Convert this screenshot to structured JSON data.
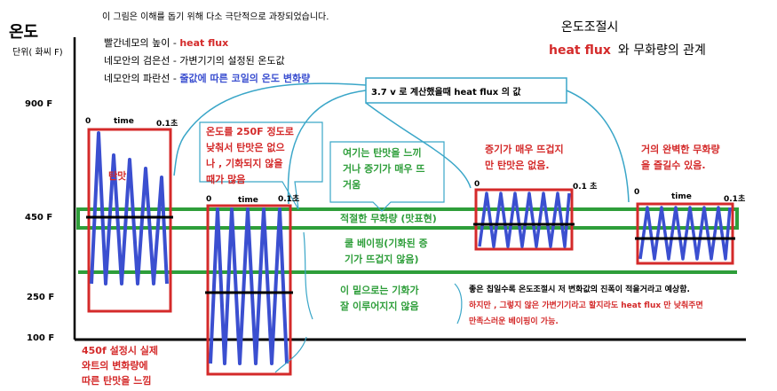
{
  "header": {
    "note": "이 그림은 이해를 돕기 위해 다소 극단적으로 과장되었습니다.",
    "y_title": "온도",
    "y_unit": "단위( 화씨 F)",
    "right_title_1": "온도조절시",
    "right_title_hf": "heat flux",
    "right_title_2": "와 무화량의 관계"
  },
  "legend": {
    "line1_prefix": "빨간네모의 높이 - ",
    "line1_value": "heat flux",
    "line2": "네모안의 검은선 - 가변기기의 설정된 온도값",
    "line3_prefix": "네모안의 파란선 - ",
    "line3_value": "줄값에 따른 코일의 온도 변화량"
  },
  "callout": "3.7 v 로 계산했을때 heat flux 의 값",
  "y_axis": {
    "t900": "900 F",
    "t450": "450 F",
    "t250": "250 F",
    "t100": "100 F"
  },
  "boxes": {
    "b1": {
      "zero": "0",
      "time": "time",
      "end": "0.1초",
      "inner": "탄맛"
    },
    "b2": {
      "zero": "0",
      "time": "time",
      "end": "0.1초"
    },
    "b3": {
      "zero": "0",
      "end": "0.1 초"
    },
    "b4": {
      "zero": "0",
      "time": "time",
      "end": "0.1초"
    }
  },
  "notes": {
    "n1": [
      "온도를 250F 정도로",
      "낮춰서 탄맛은 없으",
      "나 , 기화되지 않을",
      "때가 많음"
    ],
    "n2": [
      "여기는 탄맛을 느끼",
      "거나 증기가 매우 뜨",
      "거움"
    ],
    "n3": [
      "증기가 매우 뜨겁지",
      "만 탄맛은 없음."
    ],
    "n4": [
      "거의 완벽한 무화량",
      "을 즐길수 있음."
    ],
    "band_top": "적절한 무화량 (맛표현)",
    "band_mid": [
      "쿨 베이핑(기화된 증",
      "기가 뜨겁지 않음)"
    ],
    "below": [
      "이 밑으로는 기화가",
      "잘 이루어지지 않음"
    ],
    "bottom_left": [
      "450f 설정시 실제",
      "와트의 변화량에",
      "따른 탄맛을 느낌"
    ],
    "bottom_right_1": "좋은 칩일수록 온도조절시 저 변화값의 진폭이 적을거라고 예상함.",
    "bottom_right_2": "하지만 , 그렇지 않은 가변기기라고 할지라도 heat flux 만 낮춰주면",
    "bottom_right_3": "만족스러운 베이핑이 가능."
  },
  "colors": {
    "box": "#d42a2a",
    "zigzag": "#3b4fd0",
    "band": "#2e9e3a",
    "callout": "#3aa6c8",
    "set_line": "#000000"
  }
}
